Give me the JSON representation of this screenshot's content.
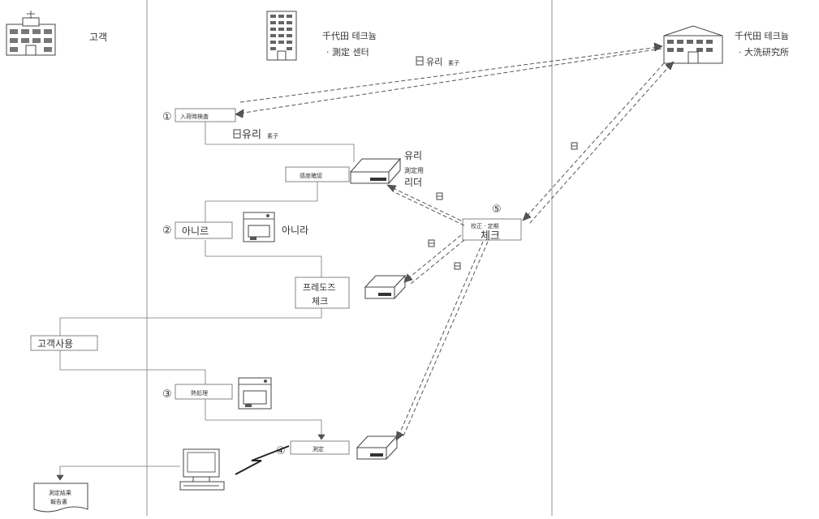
{
  "lanes": {
    "customer": "고객",
    "center": {
      "line1": "千代田 테크늄",
      "line2": "· 測定 센터"
    },
    "lab": {
      "line1": "千代田 테크늄",
      "line2": "· 大洗研究所"
    }
  },
  "steps": {
    "s1_num": "①",
    "s1_label": "入荷時検査",
    "s2_num": "②",
    "s2_label": "아니르",
    "s3_num": "③",
    "s3_label": "熱処理",
    "s4_num": "④",
    "s4_label": "測定",
    "s5_num": "⑤",
    "s5_line1": "校正 · 定期",
    "s5_line2": "체크"
  },
  "labels": {
    "glass_big": "유리",
    "elem_small": "素子",
    "glass_top": "유리",
    "sensitivity_check": "感度確認",
    "reader_line1": "유리",
    "reader_line2": "測定用",
    "reader_line3": "리더",
    "annealer": "아니라",
    "predose_line1": "프레도즈",
    "predose_line2": "체크",
    "customer_use": "고객사용",
    "report_line1": "測定結果",
    "report_line2": "報告書"
  }
}
